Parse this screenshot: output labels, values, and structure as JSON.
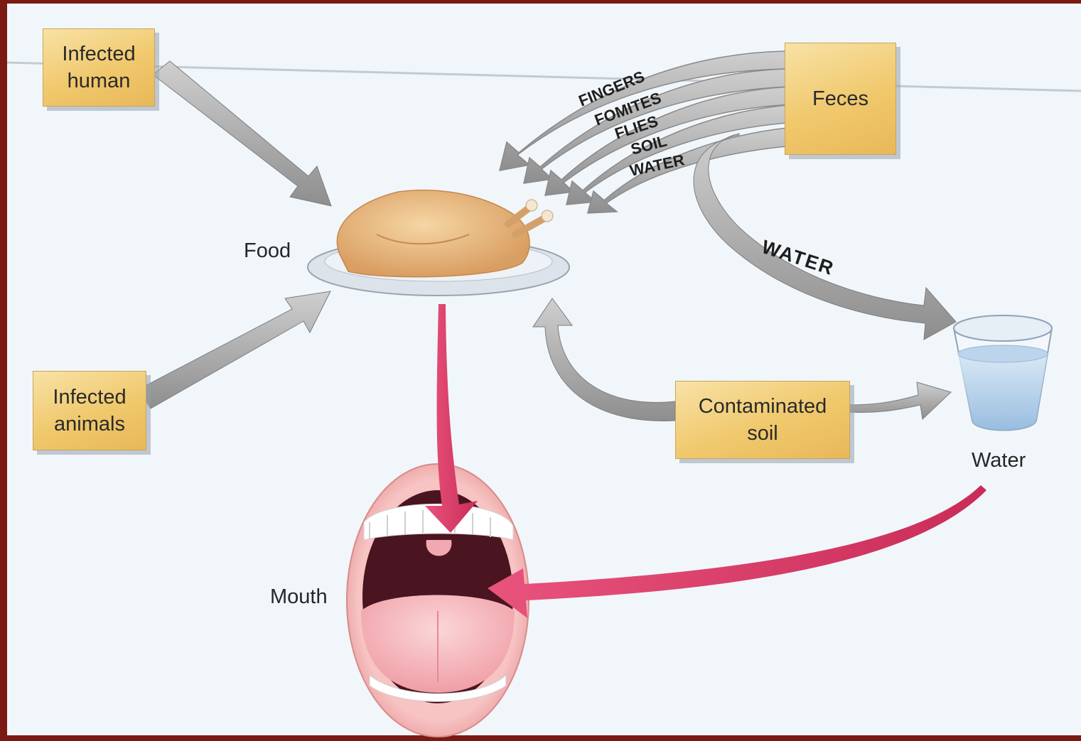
{
  "nodes": {
    "infected_human": "Infected\nhuman",
    "infected_animals": "Infected\nanimals",
    "feces": "Feces",
    "contaminated_soil": "Contaminated\nsoil"
  },
  "labels": {
    "food": "Food",
    "water": "Water",
    "mouth": "Mouth"
  },
  "feces_routes": [
    "FINGERS",
    "FOMITES",
    "FLIES",
    "SOIL",
    "WATER"
  ],
  "water_route_label": "WATER",
  "colors": {
    "background": "#f1f6fa",
    "frame": "#7a1a12",
    "box_fill": "#f0c86c",
    "gray_arrow": "#a9a9a9",
    "pink_arrow": "#d8406a"
  }
}
